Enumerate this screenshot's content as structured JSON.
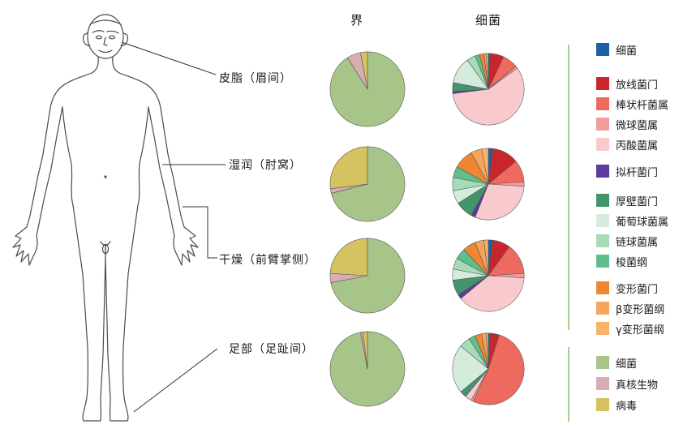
{
  "body_panel": {
    "sites": [
      {
        "label": "皮脂（眉间）"
      },
      {
        "label": "湿润（肘窝）"
      },
      {
        "label": "干燥（前臂掌侧）"
      },
      {
        "label": "足部（足趾间）"
      }
    ]
  },
  "columns": [
    {
      "label": "界"
    },
    {
      "label": "细菌"
    }
  ],
  "palette": {
    "unclassified_bacteria": "#1b5fa8",
    "actinobacteria": "#c9252c",
    "corynebacterium": "#ee6a5f",
    "micrococcus": "#f39c9e",
    "propionibacterium": "#f9cacd",
    "bacteroidetes": "#5d3a9b",
    "firmicutes": "#43936b",
    "staphylococcus": "#d5ecdc",
    "streptococcus": "#a6dcb5",
    "clostridia": "#5fbd8e",
    "proteobacteria": "#ef8632",
    "betaproteobacteria": "#f5a55b",
    "gammaproteobacteria": "#f8b26a",
    "kingdom_bacteria": "#a7c489",
    "eukaryota": "#d9abb5",
    "viruses": "#d5c35f"
  },
  "legend": {
    "groups": [
      {
        "items": [
          {
            "key": "unclassified_bacteria",
            "label": "细菌"
          }
        ]
      },
      {
        "items": [
          {
            "key": "actinobacteria",
            "label": "放线菌门"
          },
          {
            "key": "corynebacterium",
            "label": "棒状杆菌属"
          },
          {
            "key": "micrococcus",
            "label": "微球菌属"
          },
          {
            "key": "propionibacterium",
            "label": "丙酸菌属"
          }
        ]
      },
      {
        "items": [
          {
            "key": "bacteroidetes",
            "label": "拟杆菌门"
          }
        ]
      },
      {
        "items": [
          {
            "key": "firmicutes",
            "label": "厚壁菌门"
          },
          {
            "key": "staphylococcus",
            "label": "葡萄球菌属"
          },
          {
            "key": "streptococcus",
            "label": "链球菌属"
          },
          {
            "key": "clostridia",
            "label": "梭菌纲"
          }
        ]
      },
      {
        "items": [
          {
            "key": "proteobacteria",
            "label": "变形菌门"
          },
          {
            "key": "betaproteobacteria",
            "label": "β变形菌纲"
          },
          {
            "key": "gammaproteobacteria",
            "label": "γ变形菌纲"
          }
        ]
      },
      {
        "items": [
          {
            "key": "kingdom_bacteria",
            "label": "细菌"
          },
          {
            "key": "eukaryota",
            "label": "真核生物"
          },
          {
            "key": "viruses",
            "label": "病毒"
          }
        ]
      }
    ]
  },
  "chart_data": [
    {
      "type": "pie",
      "site": "皮脂（眉间）",
      "column": "界",
      "slices": [
        {
          "key": "kingdom_bacteria",
          "label": "细菌",
          "value": 91
        },
        {
          "key": "eukaryota",
          "label": "真核生物",
          "value": 6
        },
        {
          "key": "viruses",
          "label": "病毒",
          "value": 3
        }
      ]
    },
    {
      "type": "pie",
      "site": "皮脂（眉间）",
      "column": "细菌",
      "slices": [
        {
          "key": "unclassified_bacteria",
          "label": "细菌",
          "value": 1
        },
        {
          "key": "actinobacteria",
          "label": "放线菌门",
          "value": 6
        },
        {
          "key": "corynebacterium",
          "label": "棒状杆菌属",
          "value": 7
        },
        {
          "key": "micrococcus",
          "label": "微球菌属",
          "value": 1
        },
        {
          "key": "propionibacterium",
          "label": "丙酸菌属",
          "value": 58
        },
        {
          "key": "bacteroidetes",
          "label": "拟杆菌门",
          "value": 1
        },
        {
          "key": "firmicutes",
          "label": "厚壁菌门",
          "value": 4
        },
        {
          "key": "staphylococcus",
          "label": "葡萄球菌属",
          "value": 12
        },
        {
          "key": "streptococcus",
          "label": "链球菌属",
          "value": 4
        },
        {
          "key": "clostridia",
          "label": "梭菌纲",
          "value": 2
        },
        {
          "key": "proteobacteria",
          "label": "变形菌门",
          "value": 2
        },
        {
          "key": "betaproteobacteria",
          "label": "β变形菌纲",
          "value": 1
        },
        {
          "key": "gammaproteobacteria",
          "label": "γ变形菌纲",
          "value": 1
        }
      ]
    },
    {
      "type": "pie",
      "site": "湿润（肘窝）",
      "column": "界",
      "slices": [
        {
          "key": "kingdom_bacteria",
          "label": "细菌",
          "value": 71
        },
        {
          "key": "eukaryota",
          "label": "真核生物",
          "value": 2
        },
        {
          "key": "viruses",
          "label": "病毒",
          "value": 27
        }
      ]
    },
    {
      "type": "pie",
      "site": "湿润（肘窝）",
      "column": "细菌",
      "slices": [
        {
          "key": "unclassified_bacteria",
          "label": "细菌",
          "value": 2
        },
        {
          "key": "actinobacteria",
          "label": "放线菌门",
          "value": 12
        },
        {
          "key": "corynebacterium",
          "label": "棒状杆菌属",
          "value": 10
        },
        {
          "key": "micrococcus",
          "label": "微球菌属",
          "value": 2
        },
        {
          "key": "propionibacterium",
          "label": "丙酸菌属",
          "value": 30
        },
        {
          "key": "bacteroidetes",
          "label": "拟杆菌门",
          "value": 2
        },
        {
          "key": "firmicutes",
          "label": "厚壁菌门",
          "value": 8
        },
        {
          "key": "staphylococcus",
          "label": "葡萄球菌属",
          "value": 6
        },
        {
          "key": "streptococcus",
          "label": "链球菌属",
          "value": 6
        },
        {
          "key": "clostridia",
          "label": "梭菌纲",
          "value": 5
        },
        {
          "key": "proteobacteria",
          "label": "变形菌门",
          "value": 9
        },
        {
          "key": "betaproteobacteria",
          "label": "β变形菌纲",
          "value": 5
        },
        {
          "key": "gammaproteobacteria",
          "label": "γ变形菌纲",
          "value": 3
        }
      ]
    },
    {
      "type": "pie",
      "site": "干燥（前臂掌侧）",
      "column": "界",
      "slices": [
        {
          "key": "kingdom_bacteria",
          "label": "细菌",
          "value": 72
        },
        {
          "key": "eukaryota",
          "label": "真核生物",
          "value": 4
        },
        {
          "key": "viruses",
          "label": "病毒",
          "value": 24
        }
      ]
    },
    {
      "type": "pie",
      "site": "干燥（前臂掌侧）",
      "column": "细菌",
      "slices": [
        {
          "key": "unclassified_bacteria",
          "label": "细菌",
          "value": 2
        },
        {
          "key": "actinobacteria",
          "label": "放线菌门",
          "value": 8
        },
        {
          "key": "corynebacterium",
          "label": "棒状杆菌属",
          "value": 14
        },
        {
          "key": "micrococcus",
          "label": "微球菌属",
          "value": 2
        },
        {
          "key": "propionibacterium",
          "label": "丙酸菌属",
          "value": 38
        },
        {
          "key": "bacteroidetes",
          "label": "拟杆菌门",
          "value": 2
        },
        {
          "key": "firmicutes",
          "label": "厚壁菌门",
          "value": 7
        },
        {
          "key": "staphylococcus",
          "label": "葡萄球菌属",
          "value": 5
        },
        {
          "key": "streptococcus",
          "label": "链球菌属",
          "value": 5
        },
        {
          "key": "clostridia",
          "label": "梭菌纲",
          "value": 5
        },
        {
          "key": "proteobacteria",
          "label": "变形菌门",
          "value": 6
        },
        {
          "key": "betaproteobacteria",
          "label": "β变形菌纲",
          "value": 4
        },
        {
          "key": "gammaproteobacteria",
          "label": "γ变形菌纲",
          "value": 2
        }
      ]
    },
    {
      "type": "pie",
      "site": "足部（足趾间）",
      "column": "界",
      "slices": [
        {
          "key": "kingdom_bacteria",
          "label": "细菌",
          "value": 97
        },
        {
          "key": "eukaryota",
          "label": "真核生物",
          "value": 1
        },
        {
          "key": "viruses",
          "label": "病毒",
          "value": 2
        }
      ]
    },
    {
      "type": "pie",
      "site": "足部（足趾间）",
      "column": "细菌",
      "slices": [
        {
          "key": "unclassified_bacteria",
          "label": "细菌",
          "value": 1
        },
        {
          "key": "actinobacteria",
          "label": "放线菌门",
          "value": 4
        },
        {
          "key": "corynebacterium",
          "label": "棒状杆菌属",
          "value": 52
        },
        {
          "key": "micrococcus",
          "label": "微球菌属",
          "value": 1
        },
        {
          "key": "propionibacterium",
          "label": "丙酸菌属",
          "value": 3
        },
        {
          "key": "firmicutes",
          "label": "厚壁菌门",
          "value": 3
        },
        {
          "key": "staphylococcus",
          "label": "葡萄球菌属",
          "value": 22
        },
        {
          "key": "streptococcus",
          "label": "链球菌属",
          "value": 5
        },
        {
          "key": "clostridia",
          "label": "梭菌纲",
          "value": 3
        },
        {
          "key": "proteobacteria",
          "label": "变形菌门",
          "value": 3
        },
        {
          "key": "betaproteobacteria",
          "label": "β变形菌纲",
          "value": 2
        },
        {
          "key": "gammaproteobacteria",
          "label": "γ变形菌纲",
          "value": 1
        }
      ]
    }
  ]
}
